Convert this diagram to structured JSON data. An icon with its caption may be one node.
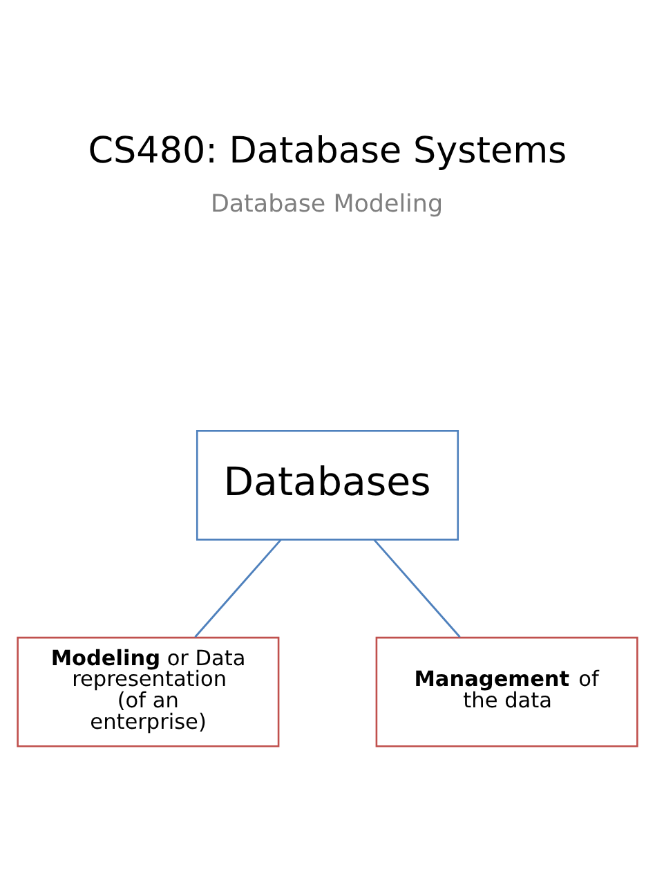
{
  "diagram": {
    "title": "CS480: Database Systems",
    "nodes": [
      {
        "text": [
          "Databases"
        ]
      },
      {
        "text": [
          "**Modeling** or Data representation (of an enterprise)"
        ]
      },
      {
        "text": [
          "**Management** of the data"
        ]
      }
    ],
    "edges": [
      {
        "from": 0,
        "to": 1,
        "arrow": "none"
      },
      {
        "from": 0,
        "to": 2,
        "arrow": "none"
      }
    ],
    "labels": [
      "Database Modeling"
    ]
  }
}
